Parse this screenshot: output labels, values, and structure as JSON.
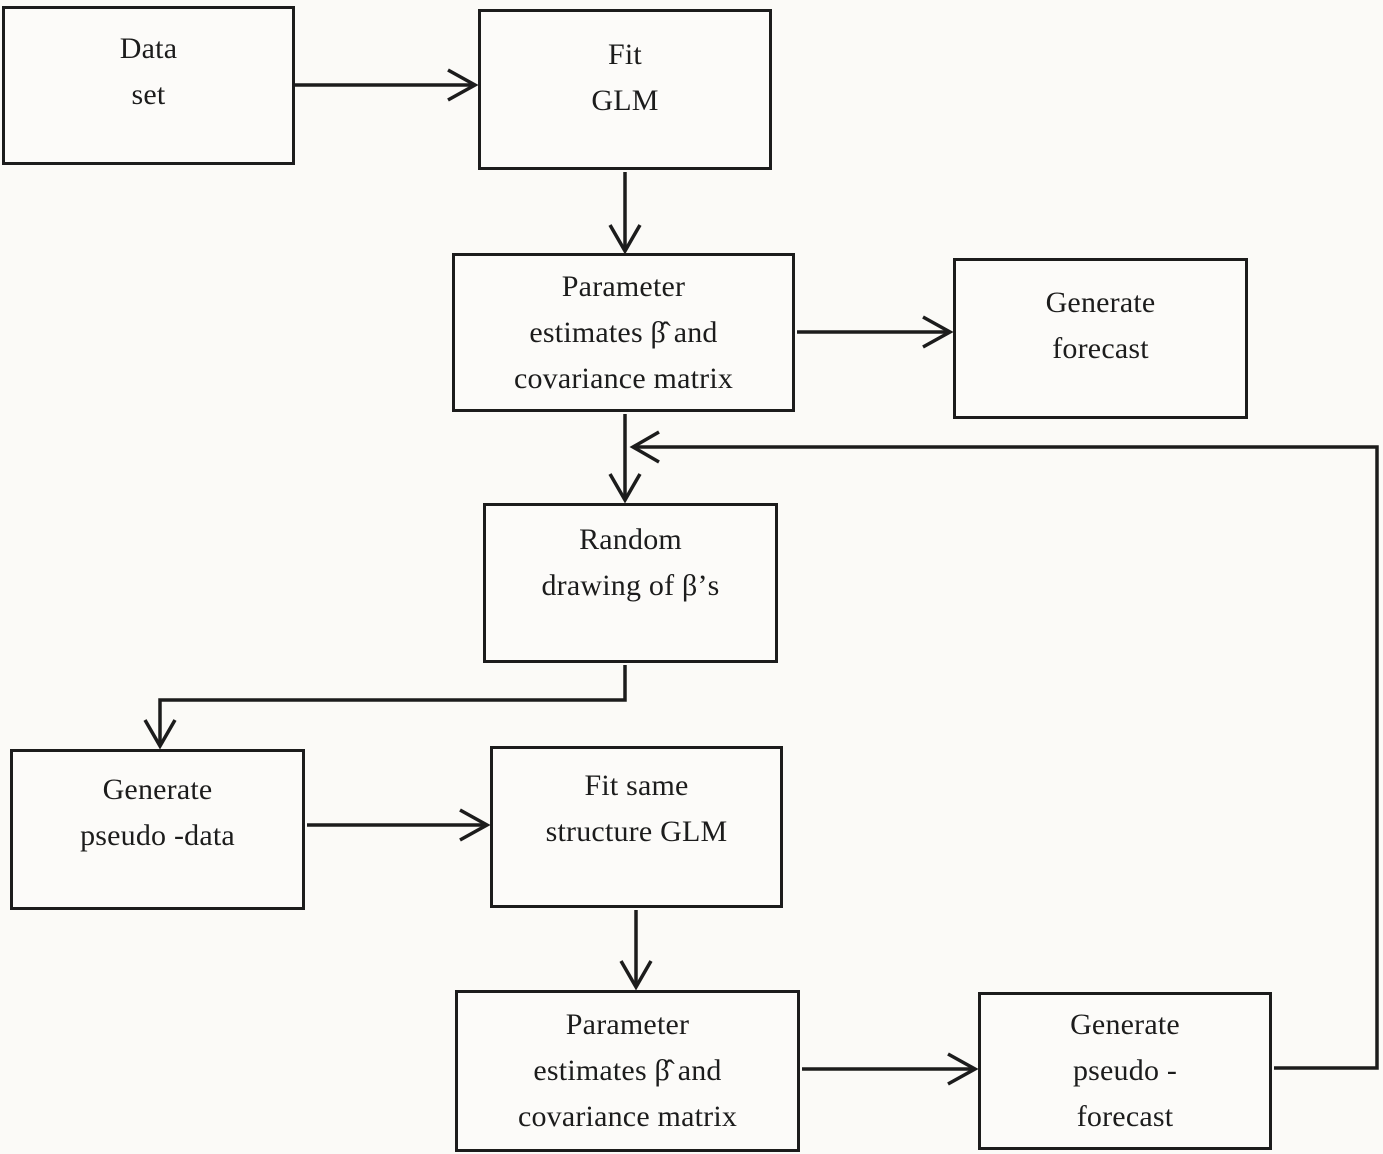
{
  "colors": {
    "background": "#fbfaf7",
    "box_fill": "#fcfbf9",
    "line": "#1c1c1c",
    "text": "#1c1c1c"
  },
  "nodes": {
    "data_set": {
      "lines": [
        "Data",
        "set"
      ]
    },
    "fit_glm": {
      "lines": [
        "Fit",
        "GLM"
      ]
    },
    "param_estimates_1": {
      "lines": [
        "Parameter",
        "estimates β̂ and",
        "covariance matrix"
      ]
    },
    "generate_forecast": {
      "lines": [
        "Generate",
        "forecast"
      ]
    },
    "random_drawing": {
      "lines": [
        "Random",
        "drawing of β’s"
      ]
    },
    "generate_pseudo_data": {
      "lines": [
        "Generate",
        "pseudo -data"
      ]
    },
    "fit_same_structure": {
      "lines": [
        "Fit same",
        "structure GLM"
      ]
    },
    "param_estimates_2": {
      "lines": [
        "Parameter",
        "estimates β̂ and",
        "covariance matrix"
      ]
    },
    "generate_pseudo_forecast": {
      "lines": [
        "Generate",
        "pseudo -",
        "forecast"
      ]
    }
  },
  "edges": [
    {
      "from": "data_set",
      "to": "fit_glm"
    },
    {
      "from": "fit_glm",
      "to": "param_estimates_1"
    },
    {
      "from": "param_estimates_1",
      "to": "generate_forecast"
    },
    {
      "from": "param_estimates_1",
      "to": "random_drawing"
    },
    {
      "from": "random_drawing",
      "to": "generate_pseudo_data"
    },
    {
      "from": "generate_pseudo_data",
      "to": "fit_same_structure"
    },
    {
      "from": "fit_same_structure",
      "to": "param_estimates_2"
    },
    {
      "from": "param_estimates_2",
      "to": "generate_pseudo_forecast"
    },
    {
      "from": "generate_pseudo_forecast",
      "to": "random_drawing",
      "note": "feedback loop re-entering above the random-drawing step"
    }
  ]
}
